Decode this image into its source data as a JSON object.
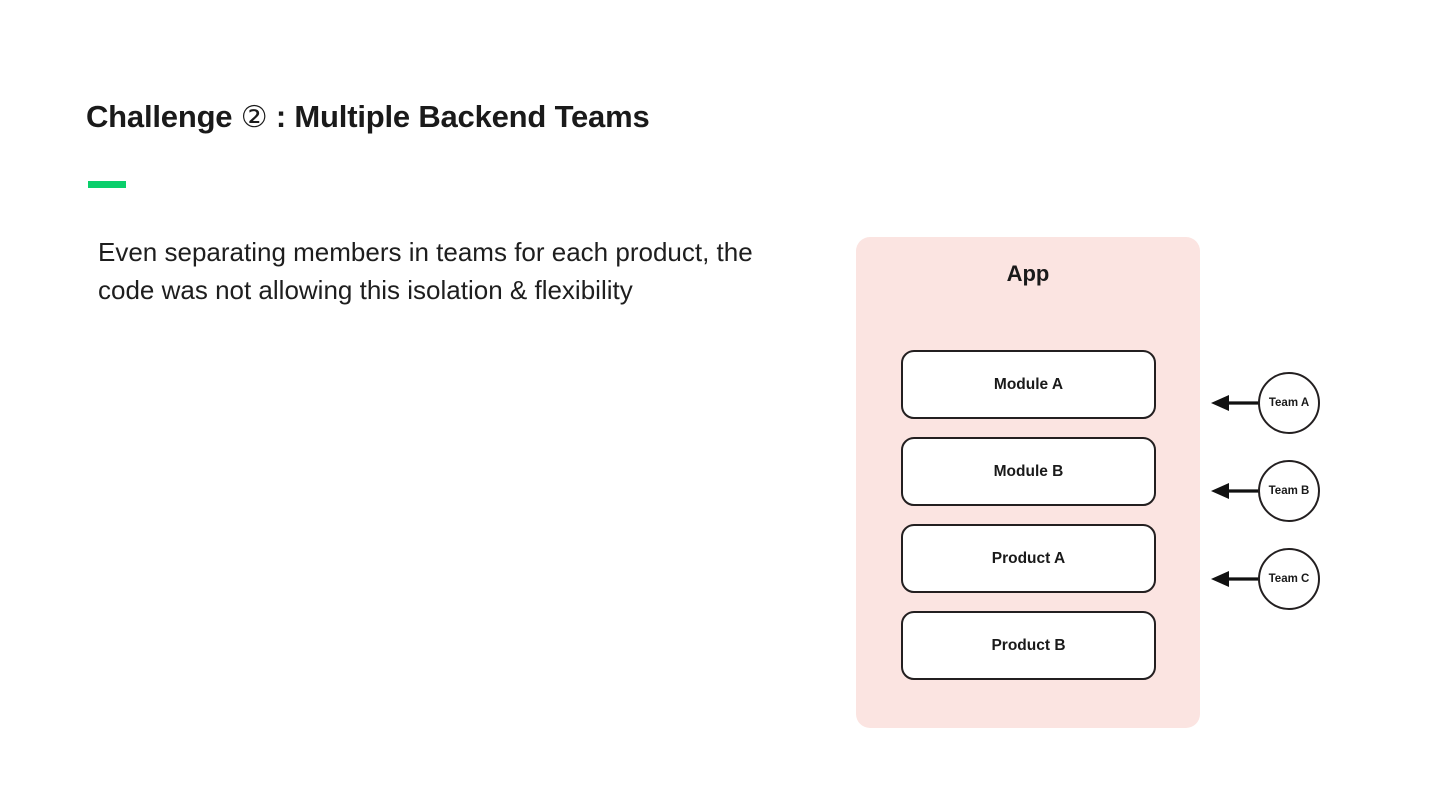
{
  "slide": {
    "title_prefix": "Challenge ",
    "title_marker": "②",
    "title_suffix": " : Multiple Backend Teams",
    "accent_color": "#0ACF6B",
    "body_text": "Even separating members in teams for each product, the code was not allowing this isolation & flexibility",
    "background_color": "#ffffff"
  },
  "diagram": {
    "panel_label": "App",
    "panel_color": "#FBE4E1",
    "box_border_color": "#231f20",
    "box_fill_color": "#ffffff",
    "modules": [
      {
        "label": "Module A"
      },
      {
        "label": "Module B"
      },
      {
        "label": "Product A"
      },
      {
        "label": "Product B"
      }
    ],
    "teams": [
      {
        "label": "Team A"
      },
      {
        "label": "Team B"
      },
      {
        "label": "Team C"
      }
    ]
  }
}
